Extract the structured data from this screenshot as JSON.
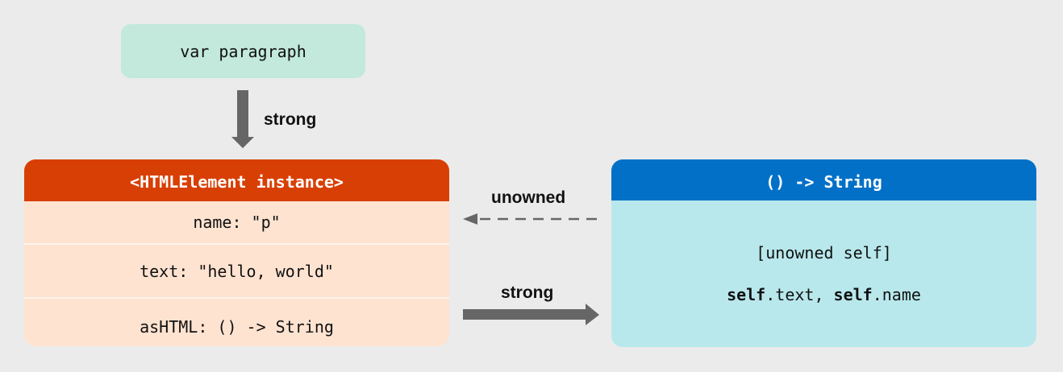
{
  "variable": {
    "label": "var paragraph"
  },
  "edges": {
    "var_to_instance": "strong",
    "instance_to_closure": "strong",
    "closure_to_instance": "unowned"
  },
  "instance": {
    "header": "<HTMLElement instance>",
    "rows": [
      "name: \"p\"",
      "text: \"hello, world\"",
      "asHTML: () -> String"
    ]
  },
  "closure": {
    "header": "() -> String",
    "capture_list": "[unowned self]",
    "body": {
      "kw1": "self",
      "part1": ".text, ",
      "kw2": "self",
      "part2": ".name"
    }
  },
  "colors": {
    "background": "#ebebeb",
    "variable_box": "#c2e9db",
    "instance_header": "#d83f05",
    "instance_body": "#ffe3d1",
    "closure_header": "#0270c7",
    "closure_body": "#b8e8ec",
    "arrow": "#666666"
  }
}
